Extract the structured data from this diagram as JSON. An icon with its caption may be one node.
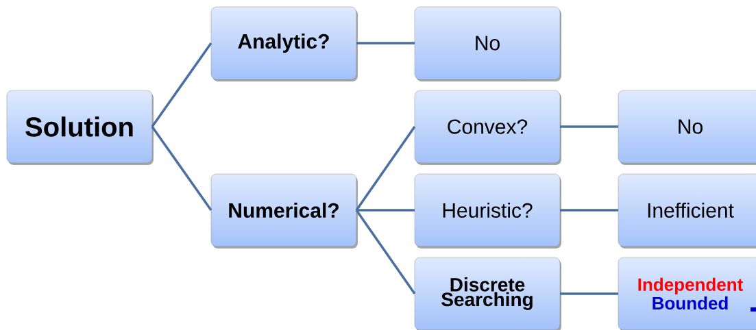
{
  "diagram": {
    "nodes": [
      {
        "text": [
          "Solution"
        ]
      },
      {
        "text": [
          "Analytic?"
        ]
      },
      {
        "text": [
          "No"
        ]
      },
      {
        "text": [
          "Numerical?"
        ]
      },
      {
        "text": [
          "Convex?"
        ]
      },
      {
        "text": [
          "No"
        ]
      },
      {
        "text": [
          "Heuristic?"
        ]
      },
      {
        "text": [
          "Inefficient"
        ]
      },
      {
        "text": [
          "Discrete Searching"
        ]
      },
      {
        "text": [
          "Independent",
          "Bounded"
        ]
      }
    ],
    "edges": [
      {
        "from": 0,
        "to": 1,
        "arrow": "none"
      },
      {
        "from": 0,
        "to": 3,
        "arrow": "none"
      },
      {
        "from": 1,
        "to": 2,
        "arrow": "none"
      },
      {
        "from": 3,
        "to": 4,
        "arrow": "none"
      },
      {
        "from": 3,
        "to": 6,
        "arrow": "none"
      },
      {
        "from": 3,
        "to": 8,
        "arrow": "none"
      },
      {
        "from": 4,
        "to": 5,
        "arrow": "none"
      },
      {
        "from": 6,
        "to": 7,
        "arrow": "none"
      },
      {
        "from": 8,
        "to": 9,
        "arrow": "none"
      }
    ]
  }
}
